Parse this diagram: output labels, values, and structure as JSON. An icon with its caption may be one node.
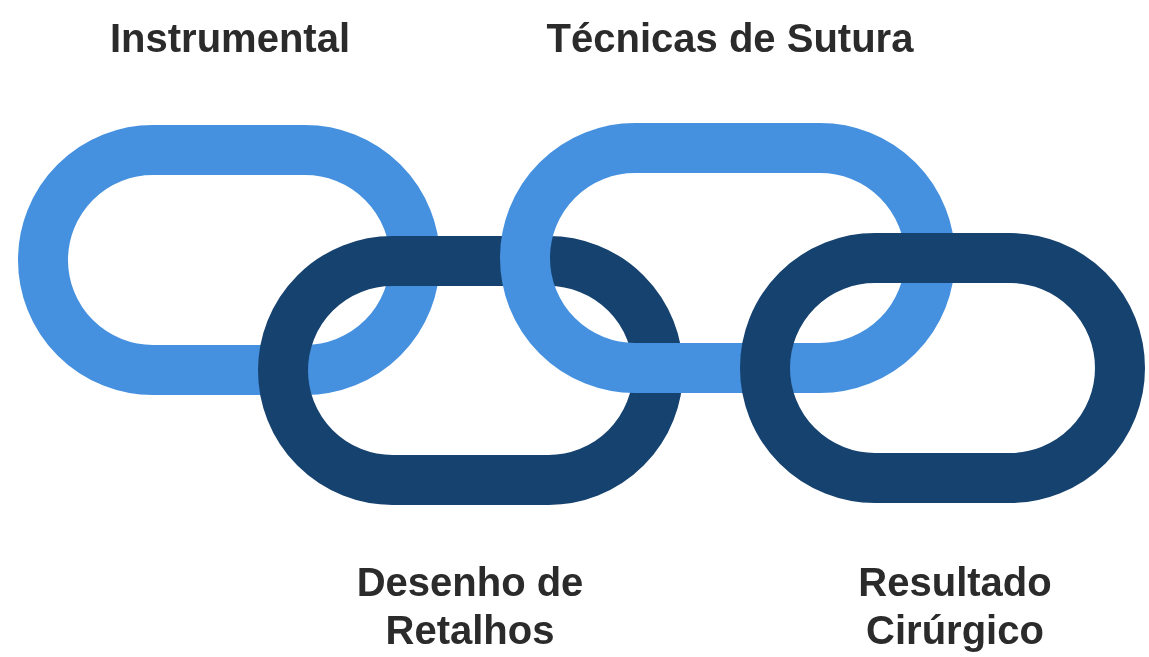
{
  "diagram": {
    "nodes": [
      {
        "text": [
          "Instrumental"
        ]
      },
      {
        "text": [
          "Desenho de Retalhos"
        ]
      },
      {
        "text": [
          "Técnicas de Sutura"
        ]
      },
      {
        "text": [
          "Resultado Cirúrgico"
        ]
      }
    ]
  }
}
